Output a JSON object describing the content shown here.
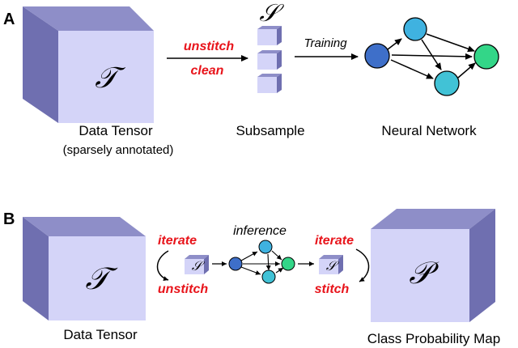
{
  "panel_a": {
    "letter": "A",
    "tensor_symbol": "𝒯",
    "subsample_symbol": "𝒮",
    "op_top": "unstitch",
    "op_bottom": "clean",
    "training": "Training",
    "caption_tensor": "Data Tensor",
    "caption_tensor_sub": "(sparsely annotated)",
    "caption_subsample": "Subsample",
    "caption_network": "Neural Network"
  },
  "panel_b": {
    "letter": "B",
    "tensor_symbol": "𝒯",
    "sub_symbol_left": "𝒮",
    "sub_symbol_right": "𝒮",
    "prob_symbol": "𝒫",
    "iterate_left": "iterate",
    "unstitch": "unstitch",
    "inference": "inference",
    "iterate_right": "iterate",
    "stitch": "stitch",
    "caption_tensor": "Data Tensor",
    "caption_map": "Class Probability Map"
  },
  "colors": {
    "cube_front": "#d4d4f8",
    "cube_top": "#8e8ec8",
    "cube_side": "#6f6fb0",
    "node_blue": "#3e6fc9",
    "node_cyan": "#3fb2e0",
    "node_teal": "#41c2d6",
    "node_green": "#33d688",
    "accent_red": "#e8141b"
  }
}
